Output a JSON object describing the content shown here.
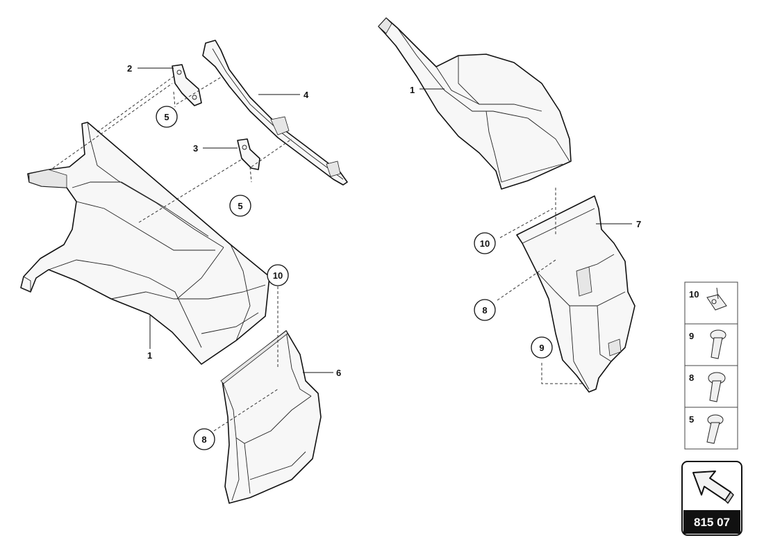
{
  "callouts": {
    "part_1_left": "1",
    "part_1_right": "1",
    "part_2": "2",
    "part_3": "3",
    "part_4": "4",
    "part_5_a": "5",
    "part_5_b": "5",
    "part_6": "6",
    "part_7": "7",
    "part_8_left": "8",
    "part_8_right": "8",
    "part_9": "9",
    "part_10_left": "10",
    "part_10_right": "10"
  },
  "legend": {
    "items": [
      {
        "number": "10",
        "icon": "clip-nut-icon"
      },
      {
        "number": "9",
        "icon": "screw-icon"
      },
      {
        "number": "8",
        "icon": "screw-icon"
      },
      {
        "number": "5",
        "icon": "screw-icon"
      }
    ]
  },
  "reference": {
    "code": "815 07",
    "icon": "arrow-icon"
  }
}
